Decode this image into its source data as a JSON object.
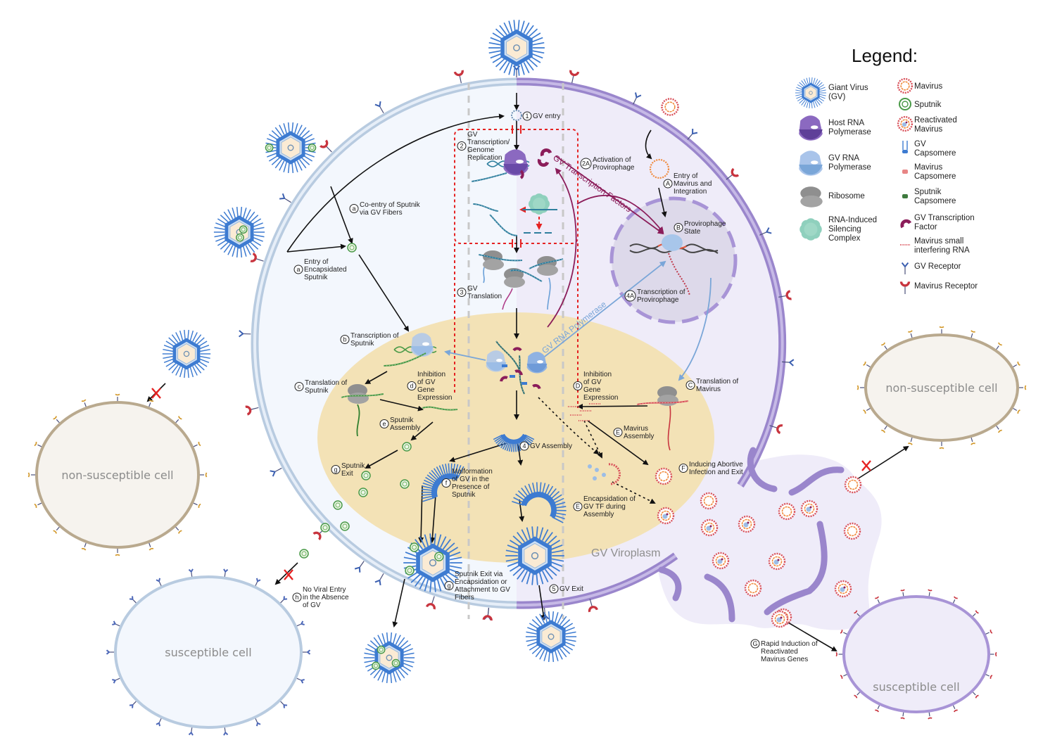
{
  "legend": {
    "title": "Legend:",
    "left": [
      {
        "icon": "giant-virus-icon",
        "label": [
          "Giant Virus",
          "(GV)"
        ]
      },
      {
        "icon": "host-rna-polymerase-icon",
        "label": [
          "Host RNA",
          "Polymerase"
        ]
      },
      {
        "icon": "gv-rna-polymerase-icon",
        "label": [
          "GV RNA",
          "Polymerase"
        ]
      },
      {
        "icon": "ribosome-icon",
        "label": [
          "Ribosome"
        ]
      },
      {
        "icon": "risc-icon",
        "label": [
          "RNA-Induced",
          "Silencing",
          "Complex"
        ]
      }
    ],
    "right": [
      {
        "icon": "mavirus-icon",
        "label": [
          "Mavirus"
        ]
      },
      {
        "icon": "sputnik-icon",
        "label": [
          "Sputnik"
        ]
      },
      {
        "icon": "reactivated-mavirus-icon",
        "label": [
          "Reactivated",
          "Mavirus"
        ]
      },
      {
        "icon": "gv-capsomere-icon",
        "label": [
          "GV",
          "Capsomere"
        ]
      },
      {
        "icon": "mavirus-capsomere-icon",
        "label": [
          "Mavirus",
          "Capsomere"
        ]
      },
      {
        "icon": "sputnik-capsomere-icon",
        "label": [
          "Sputnik",
          "Capsomere"
        ]
      },
      {
        "icon": "gv-transcription-factor-icon",
        "label": [
          "GV Transcription",
          "Factor"
        ]
      },
      {
        "icon": "mavirus-sirna-icon",
        "label": [
          "Mavirus small",
          "interfering RNA"
        ]
      },
      {
        "icon": "gv-receptor-icon",
        "label": [
          "GV Receptor"
        ]
      },
      {
        "icon": "mavirus-receptor-icon",
        "label": [
          "Mavirus Receptor"
        ]
      }
    ]
  },
  "colors": {
    "gv_blue": "#3d7bd1",
    "gv_core": "#fbebd4",
    "mavirus_red": "#d9515a",
    "mavirus_orange": "#f08a3c",
    "sputnik_green": "#4a9a48",
    "host_cell_left": "#f3f7fd",
    "host_cell_right": "#efecf9",
    "membrane_left": "#b8cbe0",
    "membrane_right": "#9a86cc",
    "viroplasm": "#f3e2b6",
    "tf_purple": "#8b1d5a",
    "inhibit_red": "#e52222",
    "pol_arrow_blue": "#7aa6d8"
  },
  "steps": {
    "s1": {
      "marker": "1",
      "text": [
        "GV entry"
      ]
    },
    "s2": {
      "marker": "2",
      "text": [
        "GV",
        "Transcription/",
        "Genome",
        "Replication"
      ]
    },
    "s2A": {
      "marker": "2A",
      "text": [
        "Activation of",
        "Provirophage"
      ]
    },
    "s3": {
      "marker": "3",
      "text": [
        "GV",
        "Translation"
      ]
    },
    "s4": {
      "marker": "4",
      "text": [
        "GV Assembly"
      ]
    },
    "s4A": {
      "marker": "4A",
      "text": [
        "Transcription of",
        "Provirophage"
      ]
    },
    "s5": {
      "marker": "5",
      "text": [
        "GV Exit"
      ]
    },
    "sa1": {
      "marker": "a",
      "text": [
        "Co-entry of Sputnik",
        "via GV Fibers"
      ]
    },
    "sa2": {
      "marker": "a",
      "text": [
        "Entry of",
        "Encapsidated",
        "Sputnik"
      ]
    },
    "sb": {
      "marker": "b",
      "text": [
        "Transcription of",
        "Sputnik"
      ]
    },
    "sc": {
      "marker": "c",
      "text": [
        "Translation of",
        "Sputnik"
      ]
    },
    "sd": {
      "marker": "d",
      "text": [
        "Inhibition",
        "of GV",
        "Gene",
        "Expression"
      ]
    },
    "se": {
      "marker": "e",
      "text": [
        "Sputnik",
        "Assembly"
      ]
    },
    "sf": {
      "marker": "f",
      "text": [
        "Malformation",
        "of GV in the",
        "Presence of",
        "Sputnik"
      ]
    },
    "sg1": {
      "marker": "g",
      "text": [
        "Sputnik",
        "Exit"
      ]
    },
    "sg2": {
      "marker": "g",
      "text": [
        "Sputnik Exit via",
        "Encapsidation or",
        "Attachment to GV",
        "Fibers"
      ]
    },
    "sh": {
      "marker": "h",
      "text": [
        "No Viral Entry",
        "in  the Absence",
        "of GV"
      ]
    },
    "sA": {
      "marker": "A",
      "text": [
        "Entry of",
        "Mavirus and",
        "Integration"
      ]
    },
    "sB": {
      "marker": "B",
      "text": [
        "Provirophage",
        "State"
      ]
    },
    "sC": {
      "marker": "C",
      "text": [
        "Translation of",
        "Mavirus"
      ]
    },
    "sD": {
      "marker": "D",
      "text": [
        "Inhibition",
        "of GV",
        "Gene",
        "Expression"
      ]
    },
    "sE1": {
      "marker": "E",
      "text": [
        "Mavirus",
        "Assembly"
      ]
    },
    "sE2": {
      "marker": "E",
      "text": [
        "Encapsidation of",
        "GV TF during",
        "Assembly"
      ]
    },
    "sF": {
      "marker": "F",
      "text": [
        "Inducing Abortive",
        "Infection and Exit"
      ]
    },
    "sG": {
      "marker": "G",
      "text": [
        "Rapid Induction of",
        "Reactivated",
        "Mavirus Genes"
      ]
    }
  },
  "annotations": {
    "gv_tf": "GV Transcription Factors",
    "gv_pol": "GV RNA Polymerase",
    "viroplasm": "GV Viroplasm"
  },
  "cells": {
    "nonsusc_left": "non-susceptible cell",
    "nonsusc_right": "non-susceptible cell",
    "susc_left": "susceptible cell",
    "susc_right": "susceptible cell"
  }
}
